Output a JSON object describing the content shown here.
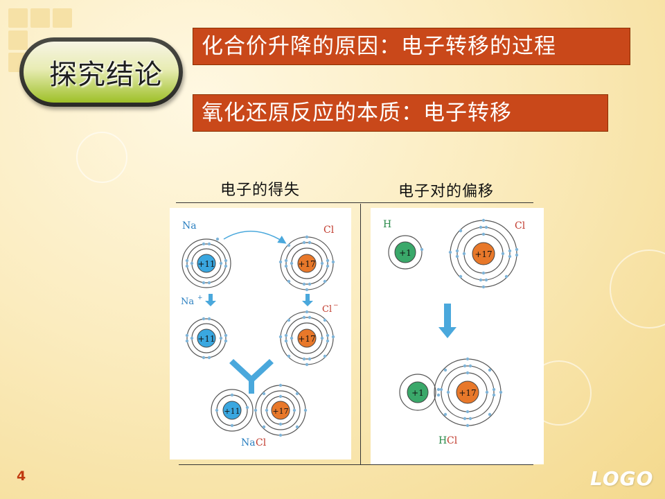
{
  "badge": {
    "label": "探究结论"
  },
  "banners": {
    "line1": "化合价升降的原因：电子转移的过程",
    "line2": "氧化还原反应的本质：电子转移"
  },
  "diagrams": {
    "left": {
      "heading": "电子的得失",
      "na_label": "Na",
      "cl_label": "Cl",
      "na_ion_label": "Na",
      "na_ion_charge": "+",
      "cl_ion_label": "Cl",
      "cl_ion_charge": "−",
      "na_nucleus": "+11",
      "cl_nucleus": "+17",
      "product_na": "Na",
      "product_cl": "Cl"
    },
    "right": {
      "heading": "电子对的偏移",
      "h_label": "H",
      "cl_label": "Cl",
      "h_nucleus": "+1",
      "cl_nucleus": "+17",
      "product_h": "H",
      "product_cl": "Cl"
    }
  },
  "footer": {
    "page_number": "4",
    "logo": "LOGO"
  },
  "colors": {
    "banner": "#c9481a",
    "na_nucleus": "#3aa7e0",
    "cl_nucleus": "#e8782a",
    "h_nucleus": "#3aa86a",
    "electron": "#7fb4d8",
    "arrow": "#4aa8dc"
  }
}
